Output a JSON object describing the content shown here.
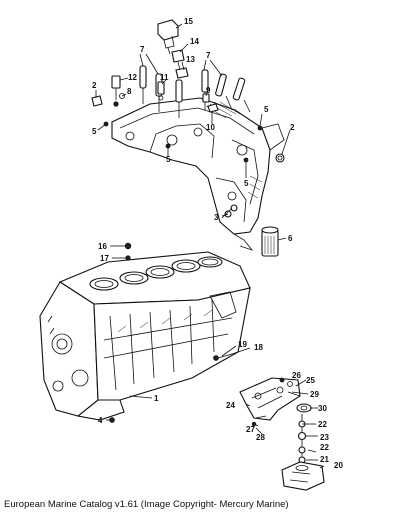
{
  "caption": "European Marine Catalog v1.61 (Image Copyright- Mercury Marine)",
  "callouts": {
    "c1": "1",
    "c2a": "2",
    "c2b": "2",
    "c3": "3",
    "c4": "4",
    "c5a": "5",
    "c5b": "5",
    "c5c": "5",
    "c5d": "5",
    "c6": "6",
    "c7a": "7",
    "c7b": "7",
    "c8": "8",
    "c9": "9",
    "c10": "10",
    "c11": "11",
    "c12": "12",
    "c13": "13",
    "c14": "14",
    "c15": "15",
    "c16": "16",
    "c17": "17",
    "c18": "18",
    "c19": "19",
    "c20": "20",
    "c21": "21",
    "c22a": "22",
    "c22b": "22",
    "c23": "23",
    "c24": "24",
    "c25": "25",
    "c26": "26",
    "c27": "27",
    "c28": "28",
    "c29": "29",
    "c30": "30"
  }
}
